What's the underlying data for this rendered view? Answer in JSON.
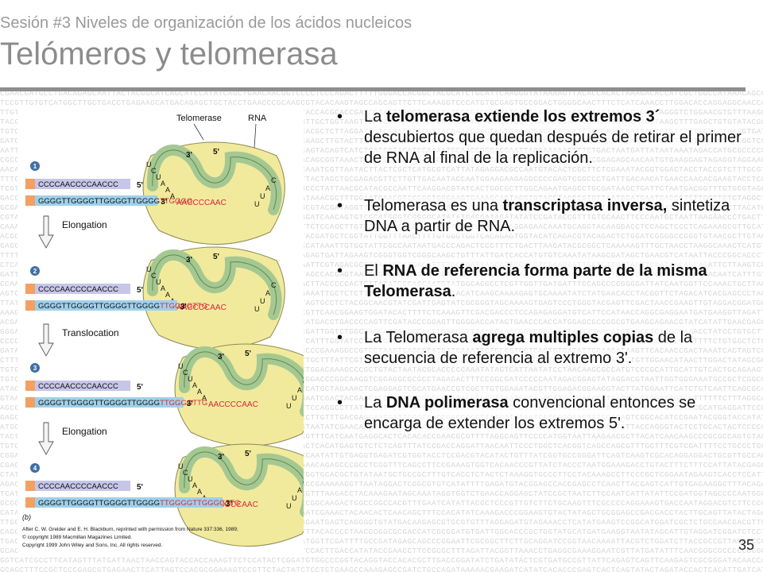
{
  "header": {
    "subtitle": "Sesión #3 Niveles de organización de los ácidos nucleicos",
    "title": "Telómeros y telomerasa"
  },
  "figure": {
    "label_telomerase": "Telomerase",
    "label_rna": "RNA",
    "steps": [
      "1",
      "2",
      "3",
      "4"
    ],
    "arrows": [
      "Elongation",
      "Translocation",
      "Elongation"
    ],
    "top_strand": "CCCCAACCCCAACCC",
    "bottom_strands": [
      {
        "base": "GGGGTTGGGGTTGGGGTTGGGG",
        "added": "TTGGGG"
      },
      {
        "base": "GGGGTTGGGGTTGGGGTTGGGG",
        "added": "TTGGGGTTG"
      },
      {
        "base": "GGGGTTGGGGTTGGGGTTGGGG",
        "added": "TTGGGGTTG"
      },
      {
        "base": "GGGGTTGGGGTTGGGGTTGGGG",
        "added": "TTGGGGTTGGGGTTG"
      }
    ],
    "rna_template": "AACCCCAAC",
    "rna_left_letters": "UCUAAA",
    "rna_right_letters": "UUAC",
    "prime5": "5'",
    "prime3": "3'",
    "panel_letter": "(b)",
    "credit_lines": [
      "After C. W. Greider and E. H. Blackburn, reprinted with permission from  Nature 337:336, 1989;",
      "© copyright 1989  Macmillan Magazines Limited.",
      "Copyright 1999 John Wiley and Sons, Inc. All rights reserved."
    ]
  },
  "bullets": [
    {
      "parts": [
        {
          "t": "La ",
          "b": false
        },
        {
          "t": "telomerasa extiende los extremos 3´",
          "b": true
        },
        {
          "t": " descubiertos que quedan después de retirar el primer de RNA al final de la replicación.",
          "b": false
        }
      ]
    },
    {
      "parts": [
        {
          "t": "Telomerasa es una ",
          "b": false
        },
        {
          "t": "transcriptasa inversa,",
          "b": true
        },
        {
          "t": " sintetiza DNA a partir de RNA.",
          "b": false
        }
      ]
    },
    {
      "parts": [
        {
          "t": "El ",
          "b": false
        },
        {
          "t": "RNA de referencia forma parte de la misma Telomerasa",
          "b": true
        },
        {
          "t": ".",
          "b": false
        }
      ]
    },
    {
      "parts": [
        {
          "t": "La Telomerasa ",
          "b": false
        },
        {
          "t": "agrega multiples copias",
          "b": true
        },
        {
          "t": " de la secuencia de referencia al extremo 3'.",
          "b": false
        }
      ]
    },
    {
      "parts": [
        {
          "t": "La ",
          "b": false
        },
        {
          "t": "DNA polimerasa",
          "b": true
        },
        {
          "t": " convencional entonces se encarga de extender los extremos 5'.",
          "b": false
        }
      ]
    }
  ],
  "page_number": "35",
  "colors": {
    "enzyme": "#f1ea9c",
    "rna": "#a5c892",
    "dna_top": "#c6c6e8",
    "dna_bottom": "#9fd0ea",
    "added": "#d6283a",
    "step_circle": "#3f6fa6"
  }
}
